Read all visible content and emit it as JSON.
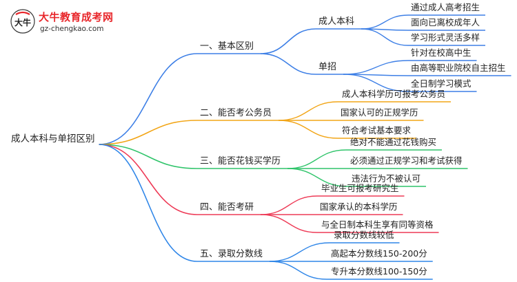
{
  "logo": {
    "title": "大牛教育成考网",
    "url": "gz-chengkao.com",
    "mark_text": "大牛"
  },
  "root": {
    "label": "成人本科与单招区别"
  },
  "branches": [
    {
      "label": "一、基本区别",
      "color": "#3d7fe6",
      "subs": [
        {
          "label": "成人本科",
          "leaves": [
            "通过成人高考招生",
            "面向已离校成年人",
            "学习形式灵活多样"
          ]
        },
        {
          "label": "单招",
          "leaves": [
            "针对在校高中生",
            "由高等职业院校自主招生",
            "全日制学习模式"
          ]
        }
      ]
    },
    {
      "label": "二、能否考公务员",
      "color": "#f2a516",
      "leaves": [
        "成人本科学历可报考公务员",
        "国家认可的正规学历",
        "符合考试基本要求"
      ]
    },
    {
      "label": "三、能否花钱买学历",
      "color": "#2fc46a",
      "leaves": [
        "绝对不能通过花钱购买",
        "必须通过正规学习和考试获得",
        "违法行为不被认可"
      ]
    },
    {
      "label": "四、能否考研",
      "color": "#ee3a56",
      "leaves": [
        "毕业生可报考研究生",
        "国家承认的本科学历",
        "与全日制本科生享有同等资格"
      ]
    },
    {
      "label": "五、录取分数线",
      "color": "#2f86e8",
      "leaves": [
        "录取分数线较低",
        "高起本分数线150-200分",
        "专升本分数线100-150分"
      ]
    }
  ]
}
